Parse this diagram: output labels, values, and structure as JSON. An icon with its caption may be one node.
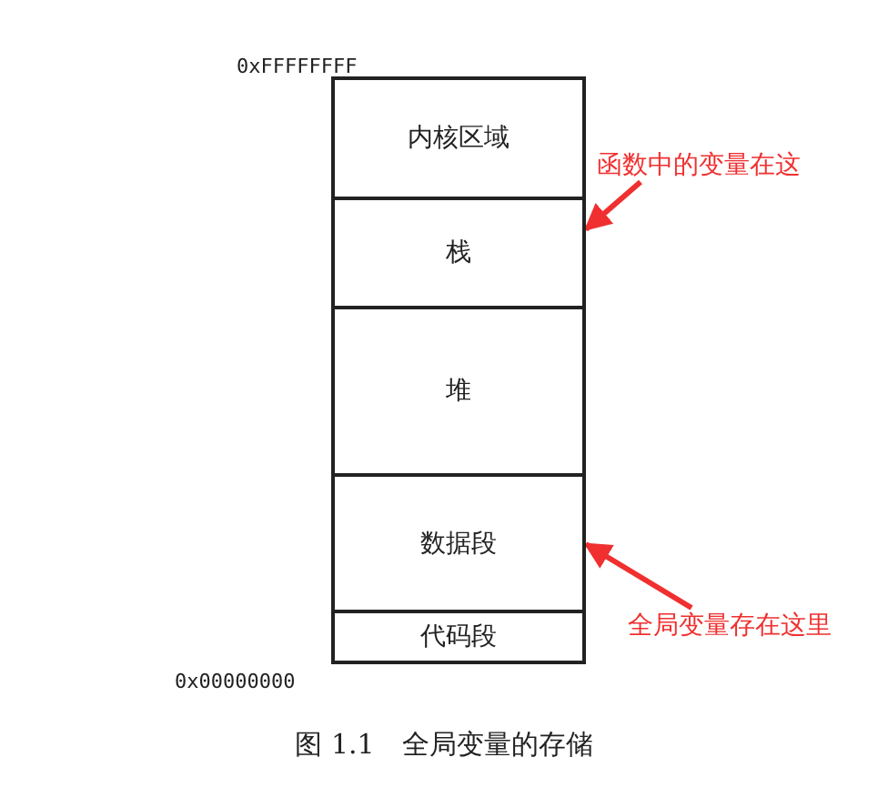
{
  "diagram": {
    "caption": "图 1.1　全局变量的存储",
    "nodes": [
      {
        "text": [
          "内核区域"
        ]
      },
      {
        "text": [
          "栈"
        ]
      },
      {
        "text": [
          "堆"
        ]
      },
      {
        "text": [
          "数据段"
        ]
      },
      {
        "text": [
          "代码段"
        ]
      },
      {
        "text": [
          "函数中的变量在这"
        ]
      },
      {
        "text": [
          "全局变量存在这里"
        ]
      }
    ],
    "edges": [
      {
        "from": 5,
        "to": 1,
        "arrow": "to"
      },
      {
        "from": 6,
        "to": 3,
        "arrow": "to"
      }
    ],
    "labels": [
      "0xFFFFFFFF",
      "0x00000000"
    ]
  }
}
